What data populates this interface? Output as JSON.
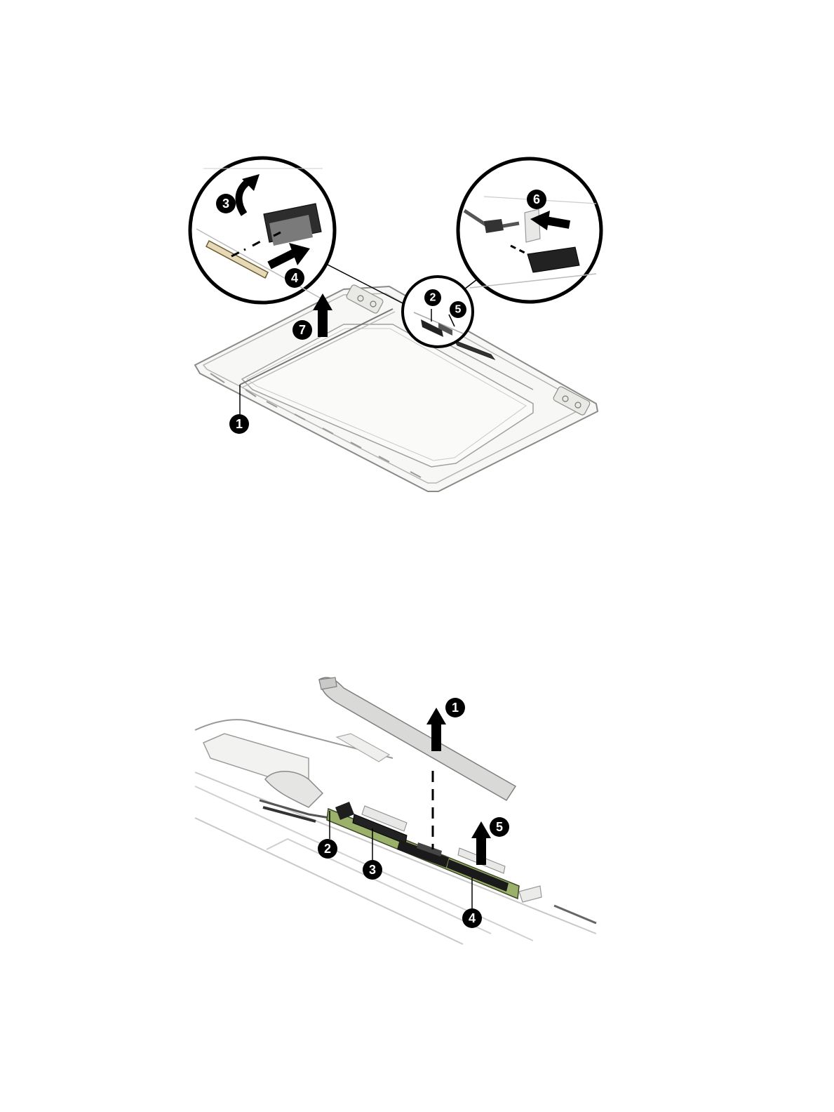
{
  "figure1": {
    "callouts": [
      "1",
      "2",
      "3",
      "4",
      "5",
      "6",
      "7"
    ]
  },
  "figure2": {
    "callouts": [
      "1",
      "2",
      "3",
      "4",
      "5"
    ]
  },
  "colors": {
    "ink": "#000000",
    "part_fill": "#f4f4f2",
    "part_stroke": "#9a9a9a",
    "board_green": "#9bb06a"
  }
}
